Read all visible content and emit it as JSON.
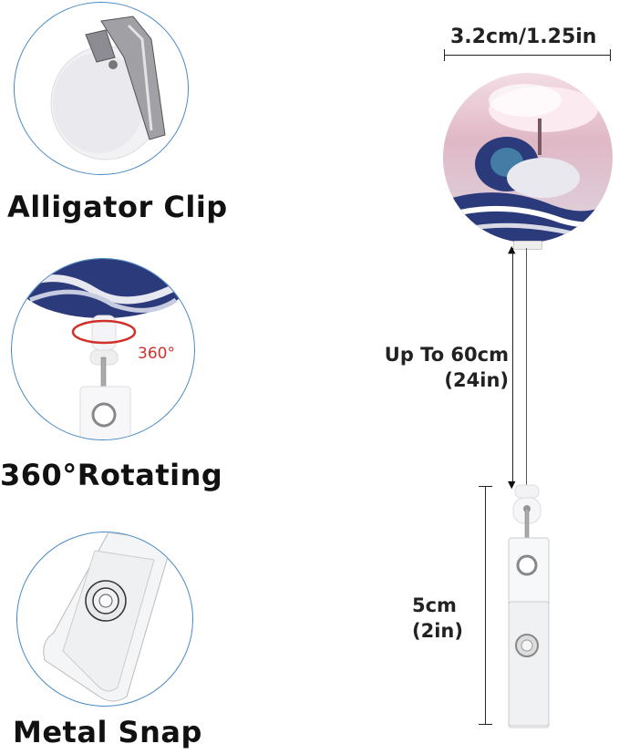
{
  "features": [
    {
      "label": "Alligator Clip",
      "icon": "alligator-clip-icon"
    },
    {
      "label": "360°Rotating",
      "icon": "rotating-swivel-icon",
      "badge": "360°"
    },
    {
      "label": "Metal Snap",
      "icon": "metal-snap-icon"
    }
  ],
  "dimensions": {
    "diameter": "3.2cm/1.25in",
    "cord_length_line1": "Up To 60cm",
    "cord_length_line2": "(24in)",
    "strap_length_line1": "5cm",
    "strap_length_line2": "(2in)"
  },
  "colors": {
    "circle_border": "#4a8ac4",
    "rotate_arrow": "#d0302a",
    "badge_pink": "#e8c4cf",
    "galaxy_blue": "#2a3a7a"
  }
}
